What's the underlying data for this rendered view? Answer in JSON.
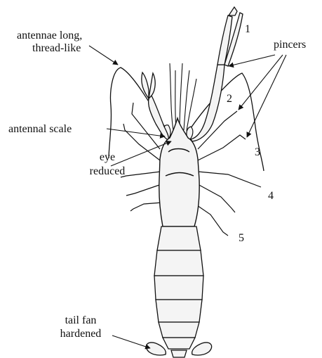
{
  "labels": {
    "antennae_line1": "antennae long,",
    "antennae_line2": "thread-like",
    "pincers": "pincers",
    "antennal_scale": "antennal scale",
    "eye_line1": "eye",
    "eye_line2": "reduced",
    "tail_line1": "tail fan",
    "tail_line2": "hardened",
    "leg_numbers": [
      "1",
      "2",
      "3",
      "4",
      "5"
    ]
  },
  "colors": {
    "ink": "#111111",
    "body_fill": "#f4f4f4",
    "background": "#ffffff"
  }
}
